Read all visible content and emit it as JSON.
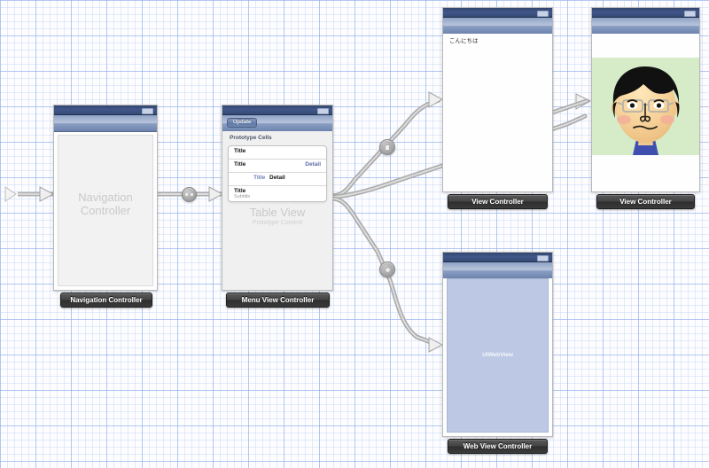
{
  "canvas": {
    "title": "Storyboard Canvas",
    "grid": true,
    "background_color": "#fdfdff",
    "grid_color": "#8caaeb"
  },
  "scenes": [
    {
      "id": "navigation-controller",
      "label": "Navigation Controller",
      "watermark": "Navigation Controller",
      "type": "navigation"
    },
    {
      "id": "menu-view-controller",
      "label": "Menu View Controller",
      "type": "table",
      "nav_button": "Update",
      "section_header": "Prototype Cells",
      "watermark": "Table View",
      "watermark_sub": "Prototype Content",
      "cells": [
        {
          "style": "basic",
          "title": "Title",
          "detail": "",
          "subtitle": ""
        },
        {
          "style": "right",
          "title": "Title",
          "detail": "Detail",
          "subtitle": ""
        },
        {
          "style": "left",
          "title": "Title",
          "detail": "Detail",
          "subtitle": ""
        },
        {
          "style": "subtitle",
          "title": "Title",
          "detail": "",
          "subtitle": "Subtitle"
        }
      ]
    },
    {
      "id": "greeting-view-controller",
      "label": "View Controller",
      "type": "plain",
      "text": "こんにちは"
    },
    {
      "id": "mii-view-controller",
      "label": "View Controller",
      "type": "image",
      "image_name": "mii-avatar",
      "background_color": "#d6ecc8"
    },
    {
      "id": "web-view-controller",
      "label": "Web View Controller",
      "type": "web",
      "watermark": "UIWebView",
      "webview_color": "#bdc9e4"
    }
  ],
  "connections": [
    {
      "id": "entry-point",
      "from": "canvas-left",
      "to": "navigation-controller",
      "kind": "entry-arrow"
    },
    {
      "id": "root-relationship",
      "from": "navigation-controller",
      "to": "menu-view-controller",
      "kind": "relationship",
      "badge": "relationship-dot"
    },
    {
      "id": "segue-greeting",
      "from": "menu-view-controller",
      "to": "greeting-view-controller",
      "kind": "push-segue",
      "badge": "segue-badge"
    },
    {
      "id": "segue-mii",
      "from": "menu-view-controller",
      "to": "mii-view-controller",
      "kind": "push-segue"
    },
    {
      "id": "segue-web",
      "from": "menu-view-controller",
      "to": "web-view-controller",
      "kind": "push-segue",
      "badge": "segue-badge"
    }
  ],
  "icons": {
    "battery": "battery-icon",
    "segue": "segue-badge-icon",
    "relationship": "relationship-dot-icon",
    "arrow": "arrow-head-icon"
  }
}
